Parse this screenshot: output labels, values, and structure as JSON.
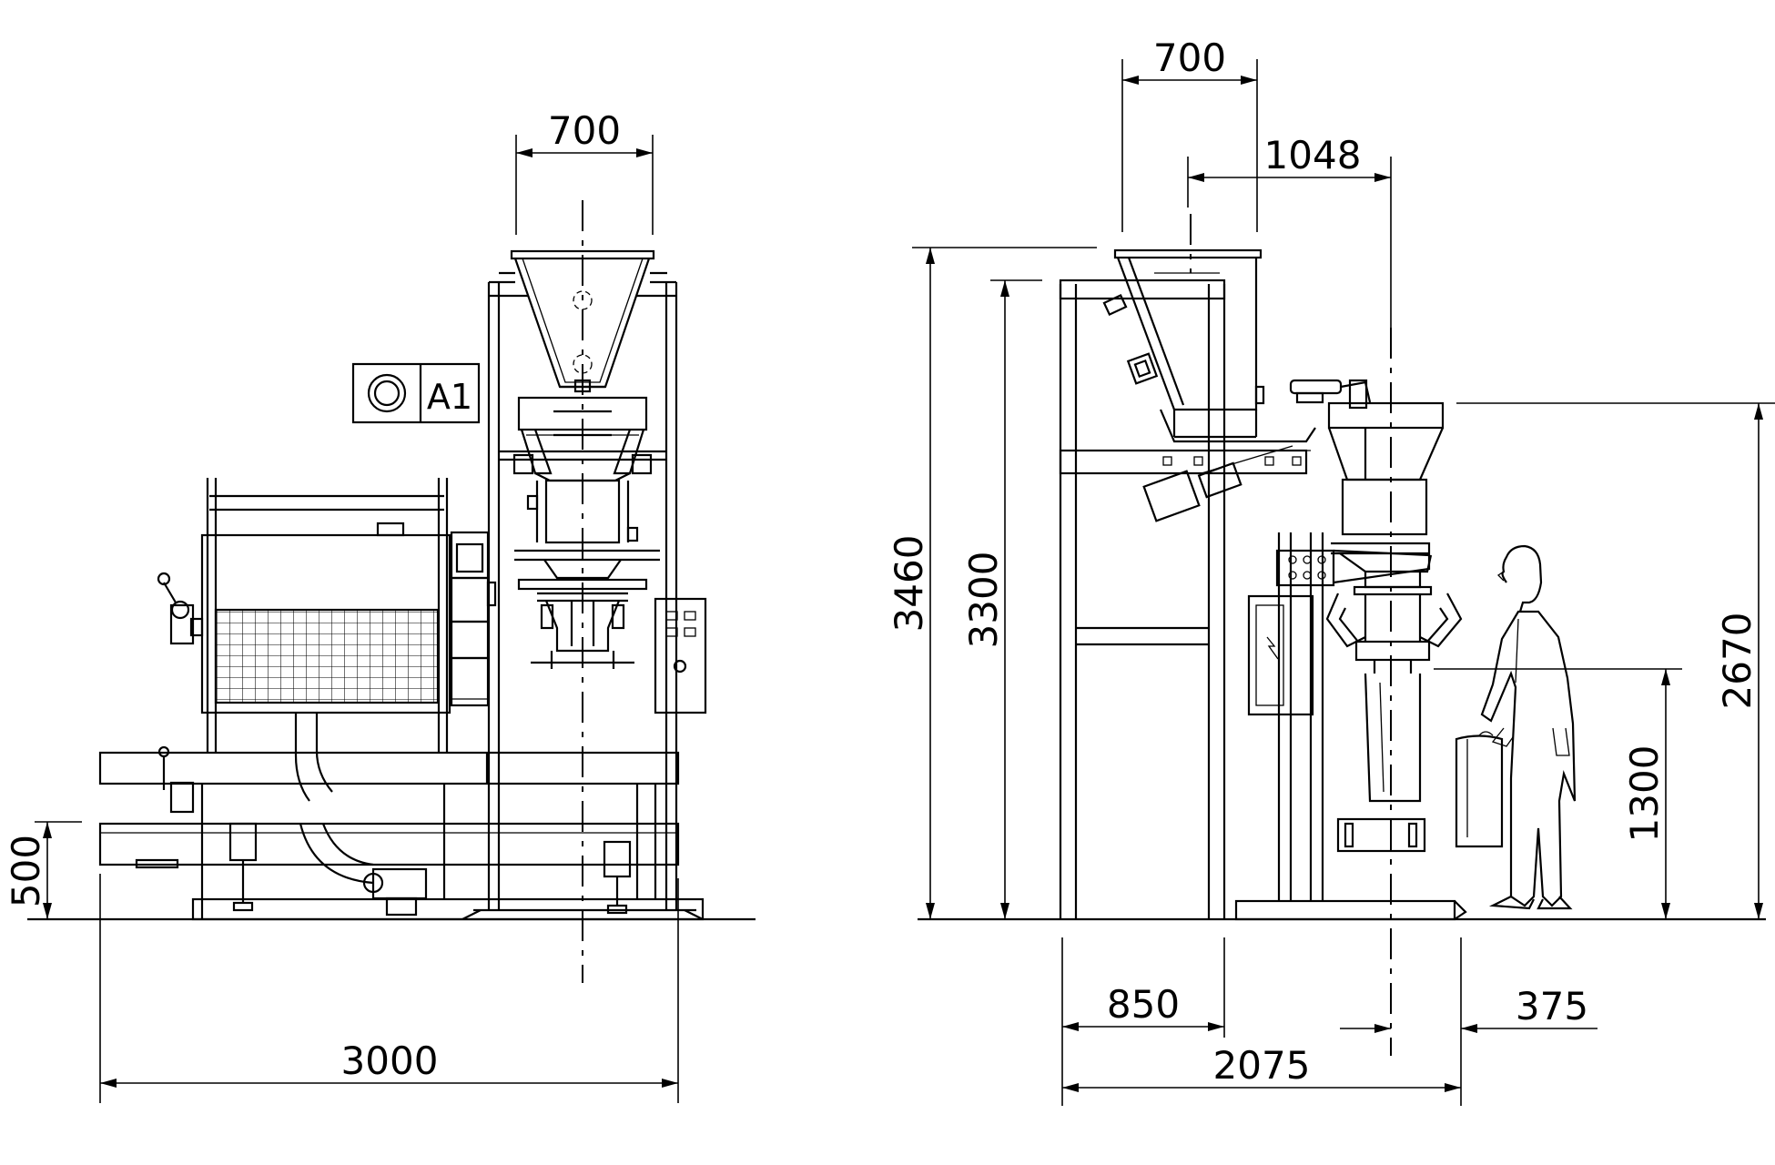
{
  "front_view": {
    "top_width": "700",
    "overall_width": "3000",
    "base_height": "500"
  },
  "side_view": {
    "top_width": "700",
    "offset": "1048",
    "total_height": "3460",
    "frame_height": "3300",
    "spout_height": "2670",
    "bag_clamp_height": "1300",
    "frame_depth": "850",
    "overall_depth": "2075",
    "rear_offset": "375"
  },
  "projection_symbol": {
    "sheet_size": "A1"
  }
}
